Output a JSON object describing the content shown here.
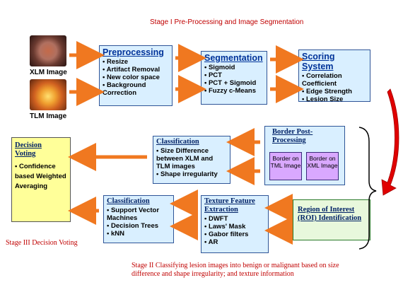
{
  "stage1_title": "Stage I Pre-Processing and Image Segmentation",
  "stage2_caption": "Stage II Classifying lesion images into benign or malignant based on size difference and shape irregularity; and texture information",
  "stage3_caption": "Stage III Decision Voting",
  "images": [
    {
      "label": "XLM Image"
    },
    {
      "label": "TLM Image"
    }
  ],
  "preprocessing": {
    "title": "Preprocessing",
    "items": [
      "Resize",
      "Artifact Removal",
      "New color space",
      "Background Correction"
    ]
  },
  "segmentation": {
    "title": "Segmentation",
    "items": [
      "Sigmoid",
      "PCT",
      "PCT + Sigmoid",
      "Fuzzy c-Means"
    ]
  },
  "scoring": {
    "title": "Scoring System",
    "items": [
      "Correlation Coefficient",
      "Edge Strength",
      "Lesion Size"
    ]
  },
  "border": {
    "title": "Border Post-Processing",
    "sub": [
      "Border on TML Image",
      "Border on XML Image"
    ]
  },
  "classification1": {
    "title": "Classification",
    "items": [
      "Size Difference between XLM and TLM images",
      "Shape irregularity"
    ]
  },
  "decision": {
    "title": "Decision Voting",
    "items": [
      "Confidence based Weighted Averaging"
    ]
  },
  "roi": {
    "title": "Region of Interest (ROI) Identification"
  },
  "texture": {
    "title": "Texture Feature Extraction",
    "items": [
      "DWFT",
      "Laws' Mask",
      "Gabor filters",
      "AR"
    ]
  },
  "classification2": {
    "title": "Classification",
    "items": [
      "Support Vector Machines",
      "Decision Trees",
      "kNN"
    ]
  },
  "colors": {
    "arrow": "#f07820",
    "curved_arrow": "#e00000",
    "box_blue": "#d9efff",
    "box_yellow": "#ffff99",
    "box_green": "#e8f8dc",
    "sub_purple": "#d9a8ff"
  }
}
